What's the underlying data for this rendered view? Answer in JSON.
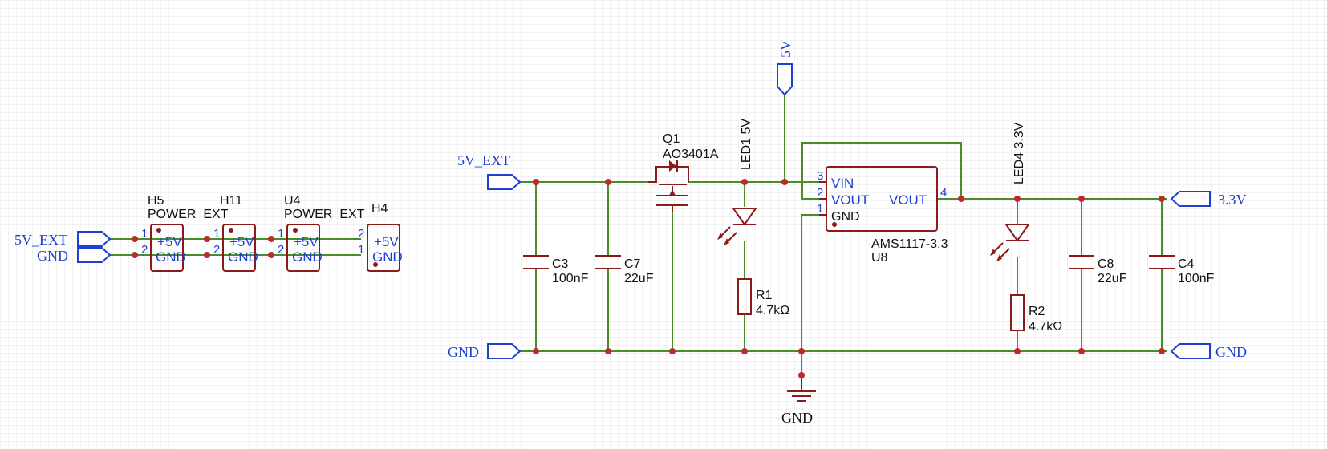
{
  "net_labels": {
    "left_5v_ext": "5V_EXT",
    "left_gnd": "GND",
    "main_5v_ext": "5V_EXT",
    "main_gnd_left": "GND",
    "top_5v": "5V",
    "out_3v3": "3.3V",
    "out_gnd": "GND",
    "ground_symbol": "GND"
  },
  "connectors": [
    {
      "ref": "H5",
      "value": "POWER_EXT",
      "pin_a_num": "1",
      "pin_b_num": "2",
      "pin_a_name": "+5V",
      "pin_b_name": "GND"
    },
    {
      "ref": "H11",
      "value": "",
      "pin_a_num": "1",
      "pin_b_num": "2",
      "pin_a_name": "+5V",
      "pin_b_name": "GND"
    },
    {
      "ref": "U4",
      "value": "POWER_EXT",
      "pin_a_num": "1",
      "pin_b_num": "2",
      "pin_a_name": "+5V",
      "pin_b_name": "GND"
    },
    {
      "ref": "H4",
      "value": "",
      "pin_a_num": "2",
      "pin_b_num": "1",
      "pin_a_name": "+5V",
      "pin_b_name": "GND"
    }
  ],
  "components": {
    "q1": {
      "ref": "Q1",
      "value": "AO3401A"
    },
    "led1": {
      "label": "LED1 5V"
    },
    "led4": {
      "label": "LED4 3.3V"
    },
    "r1": {
      "ref": "R1",
      "value": "4.7kΩ"
    },
    "r2": {
      "ref": "R2",
      "value": "4.7kΩ"
    },
    "c3": {
      "ref": "C3",
      "value": "100nF"
    },
    "c7": {
      "ref": "C7",
      "value": "22uF"
    },
    "c8": {
      "ref": "C8",
      "value": "22uF"
    },
    "c4": {
      "ref": "C4",
      "value": "100nF"
    },
    "u8": {
      "ref": "U8",
      "value": "AMS1117-3.3",
      "pins": {
        "vin_num": "3",
        "vout_num": "2",
        "gnd_num": "1",
        "vout_right_num": "4"
      },
      "pin_names": {
        "vin": "VIN",
        "vout_left": "VOUT",
        "gnd": "GND",
        "vout_right": "VOUT"
      }
    }
  },
  "colors": {
    "wire": "#4a8c2a",
    "component": "#8b1a1a",
    "junction": "#c0282a",
    "net_port": "#1f3fd1",
    "grid": "#e4e4e4"
  }
}
